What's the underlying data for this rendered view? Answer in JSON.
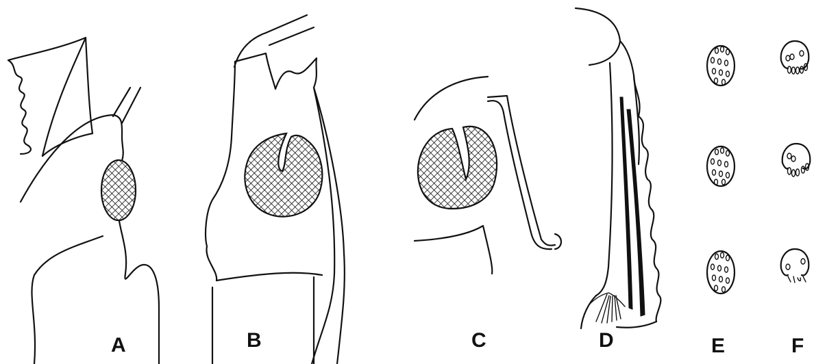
{
  "figure": {
    "panel_labels": [
      "A",
      "B",
      "C",
      "D",
      "E",
      "F"
    ]
  }
}
